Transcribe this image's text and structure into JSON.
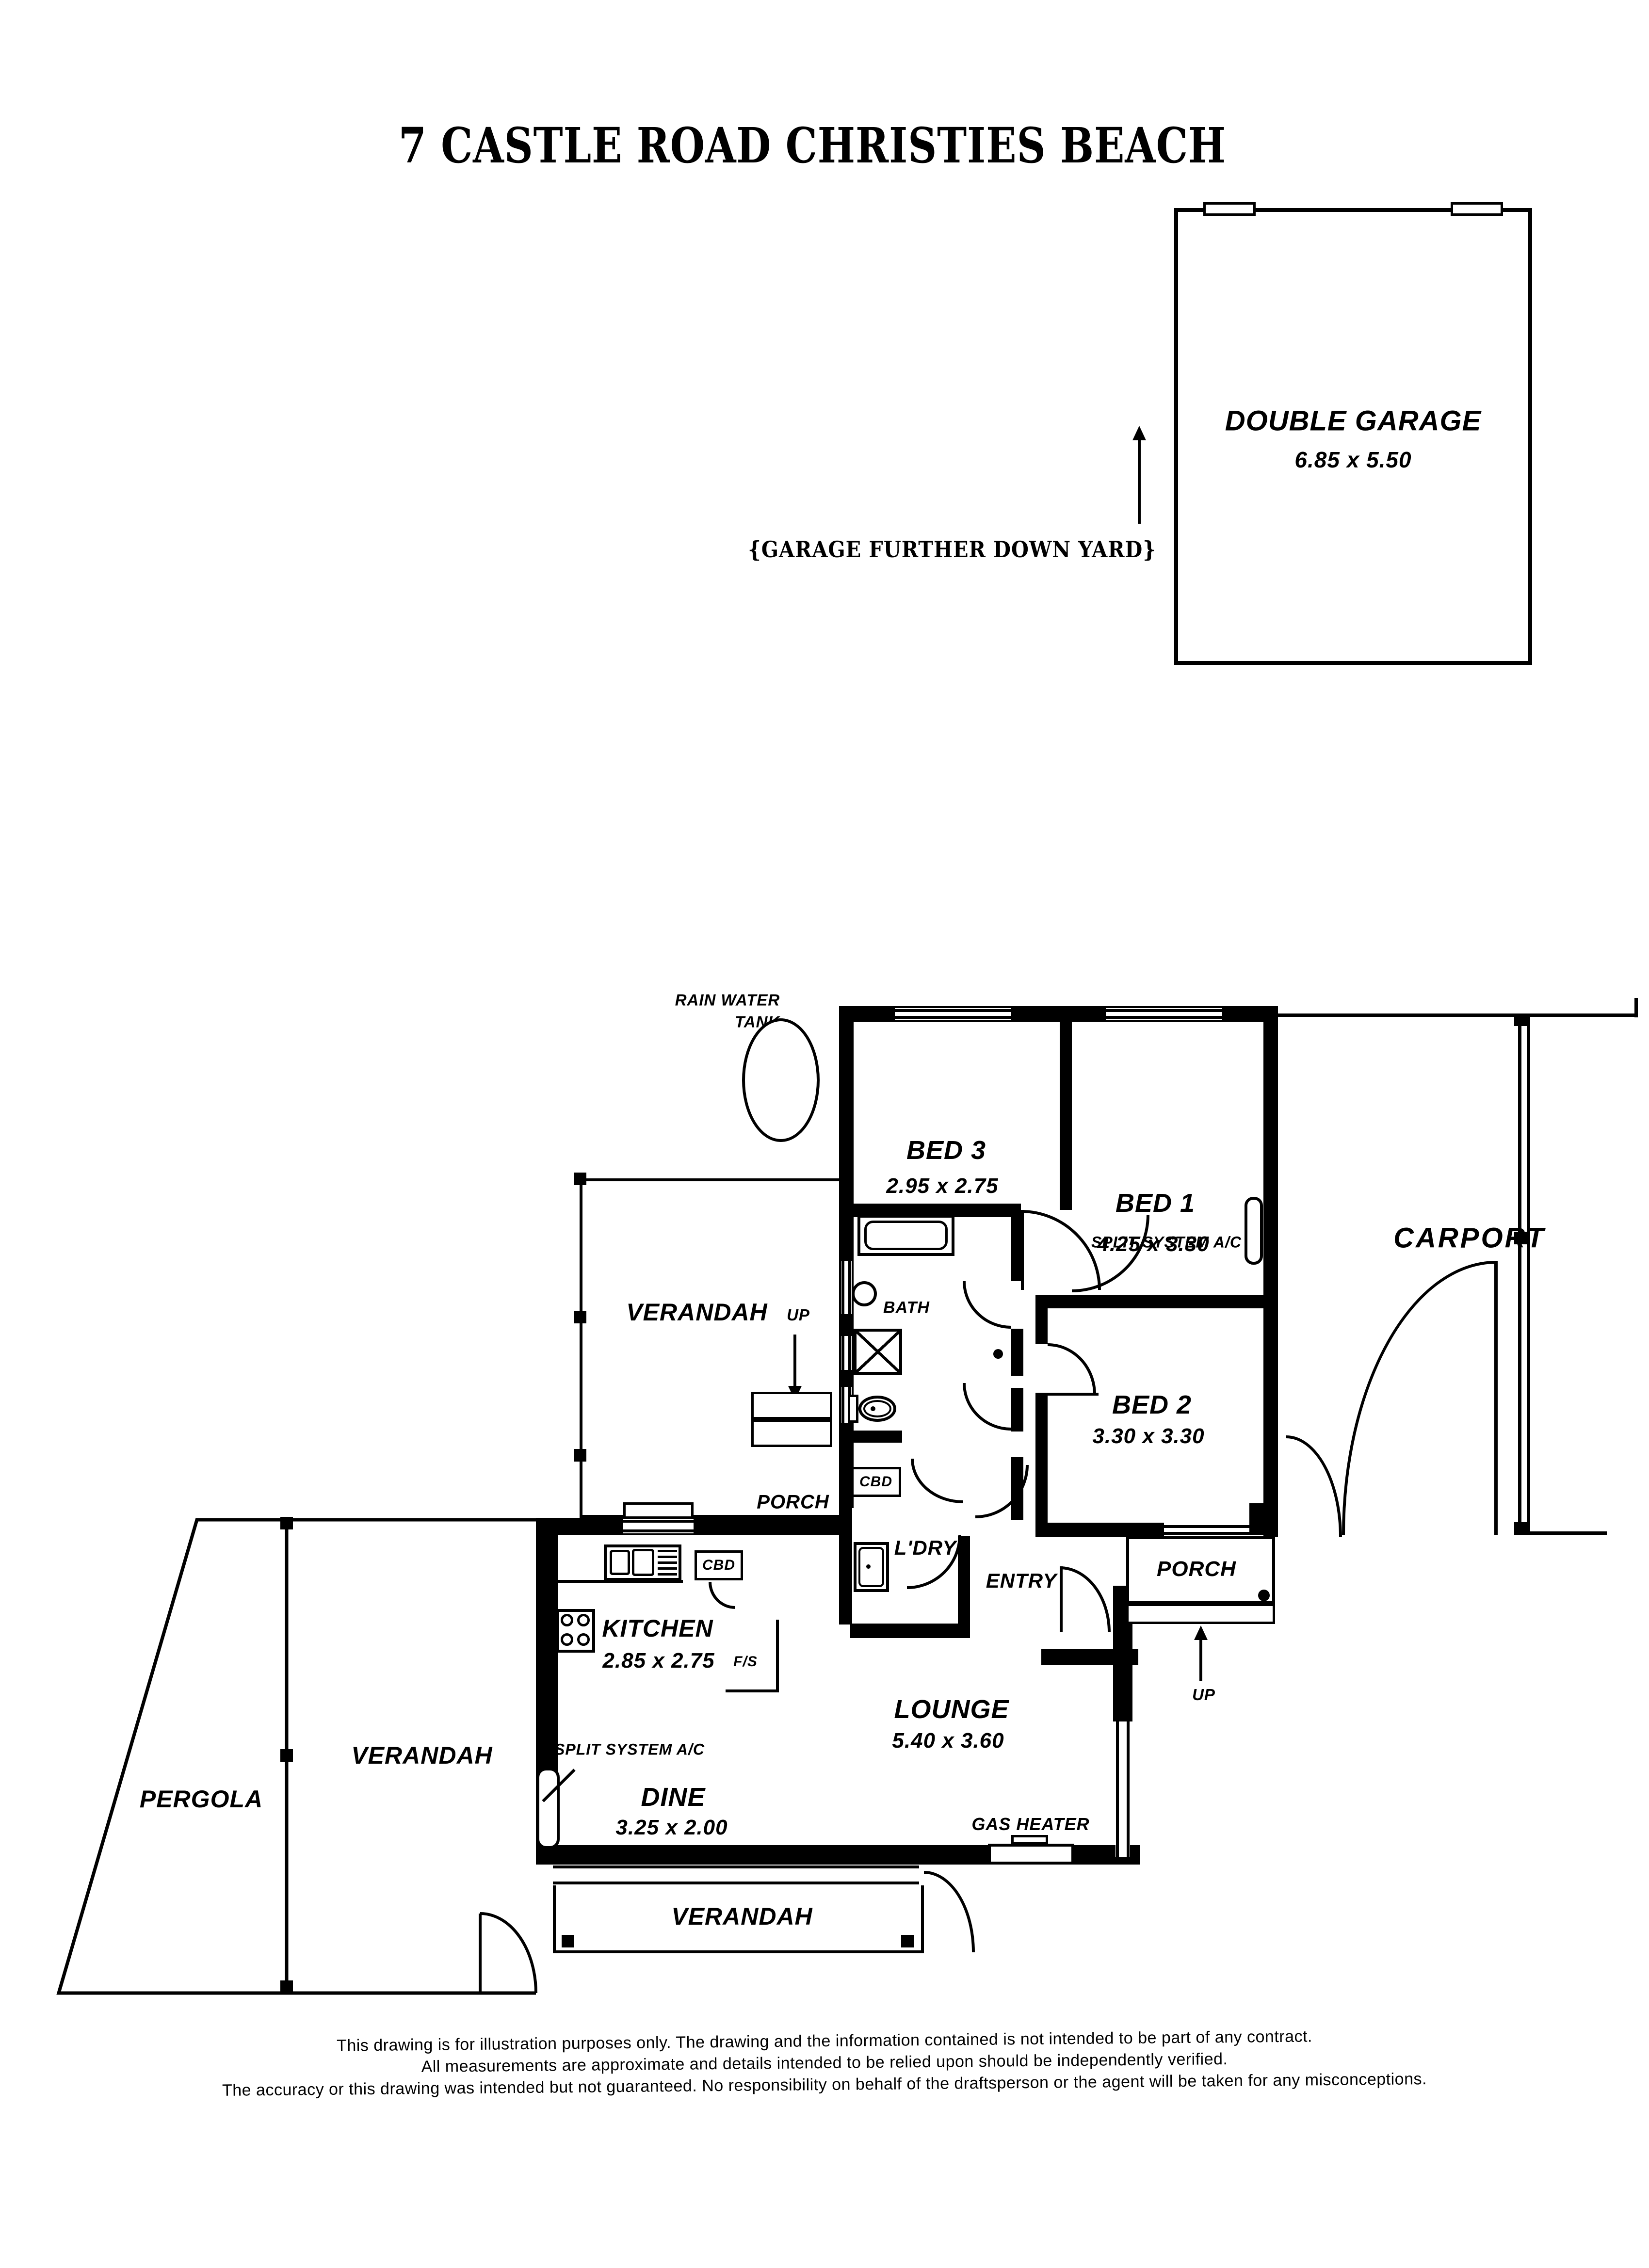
{
  "title": "7 CASTLE ROAD CHRISTIES BEACH",
  "garage": {
    "name": "DOUBLE GARAGE",
    "dims": "6.85 x 5.50",
    "note": "{GARAGE FURTHER DOWN YARD}"
  },
  "tank": {
    "label": "RAIN WATER\nTANK"
  },
  "rooms": {
    "bed1": {
      "name": "BED 1",
      "dims": "4.25 x 3.30"
    },
    "bed2": {
      "name": "BED 2",
      "dims": "3.30 x 3.30"
    },
    "bed3": {
      "name": "BED 3",
      "dims": "2.95 x 2.75"
    },
    "kitchen": {
      "name": "KITCHEN",
      "dims": "2.85 x 2.75"
    },
    "dine": {
      "name": "DINE",
      "dims": "3.25 x 2.00"
    },
    "lounge": {
      "name": "LOUNGE",
      "dims": "5.40 x 3.60"
    }
  },
  "labels": {
    "bath": "BATH",
    "ldry": "L'DRY",
    "entry": "ENTRY",
    "porch": "PORCH",
    "carport": "CARPORT",
    "verandah": "VERANDAH",
    "pergola": "PERGOLA",
    "up": "UP",
    "cbd": "CBD",
    "fs": "F/S",
    "gas_heater": "GAS HEATER",
    "split_ac": "SPLIT SYSTEM A/C"
  },
  "disclaimer": {
    "line1": "This drawing is for illustration purposes only. The drawing and the information contained is not intended to be part of any contract.",
    "line2": "All measurements are approximate and details intended to be relied upon should be independently verified.",
    "line3": "The accuracy or this drawing was intended but not guaranteed. No responsibility on behalf of the draftsperson or the agent will be taken for any misconceptions."
  }
}
